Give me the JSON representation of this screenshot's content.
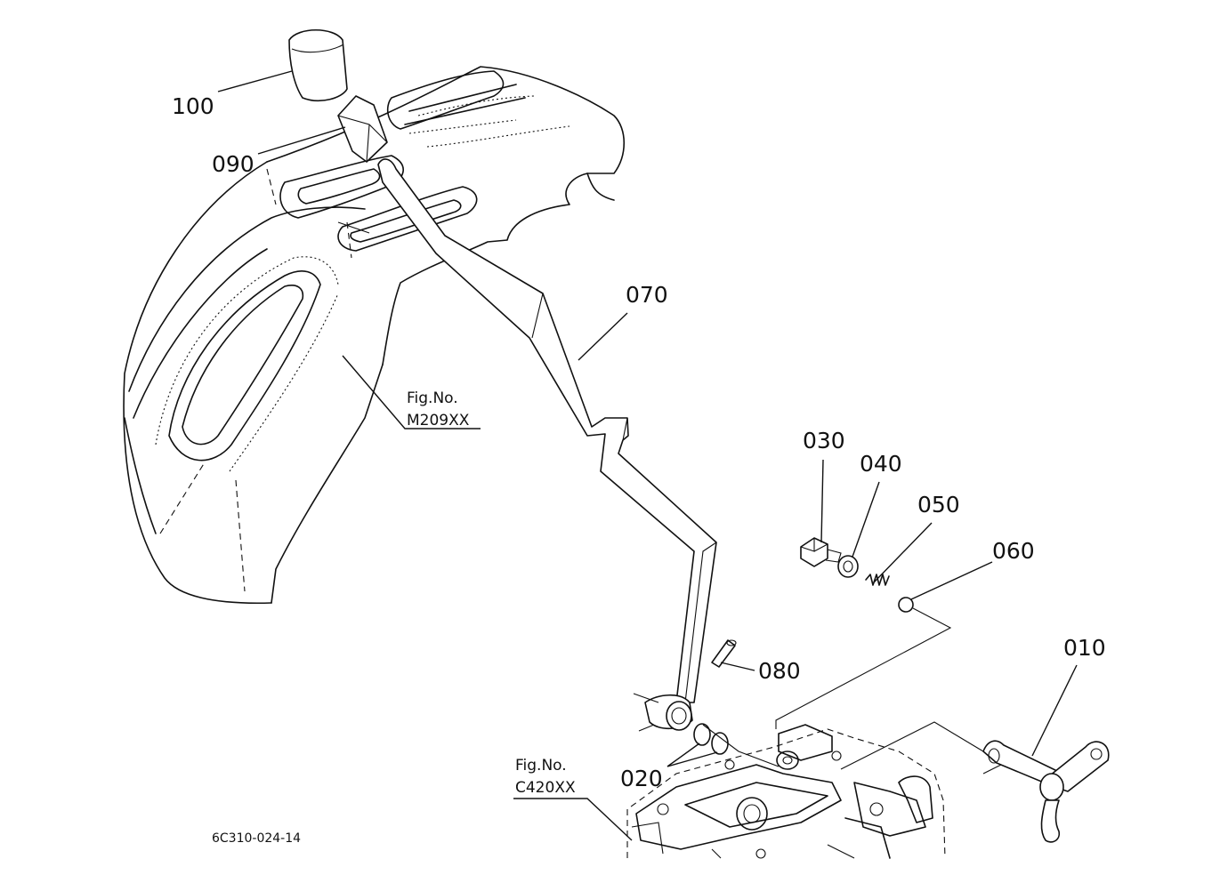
{
  "parts": [
    {
      "id": "p100",
      "label": "100"
    },
    {
      "id": "p090",
      "label": "090"
    },
    {
      "id": "p070",
      "label": "070"
    },
    {
      "id": "p030",
      "label": "030"
    },
    {
      "id": "p040",
      "label": "040"
    },
    {
      "id": "p050",
      "label": "050"
    },
    {
      "id": "p060",
      "label": "060"
    },
    {
      "id": "p080",
      "label": "080"
    },
    {
      "id": "p010",
      "label": "010"
    },
    {
      "id": "p020",
      "label": "020"
    }
  ],
  "references": {
    "fender": {
      "line1": "Fig.No.",
      "line2": "M209XX"
    },
    "housing": {
      "line1": "Fig.No.",
      "line2": "C420XX"
    }
  },
  "drawing_code": "6C310-024-14"
}
